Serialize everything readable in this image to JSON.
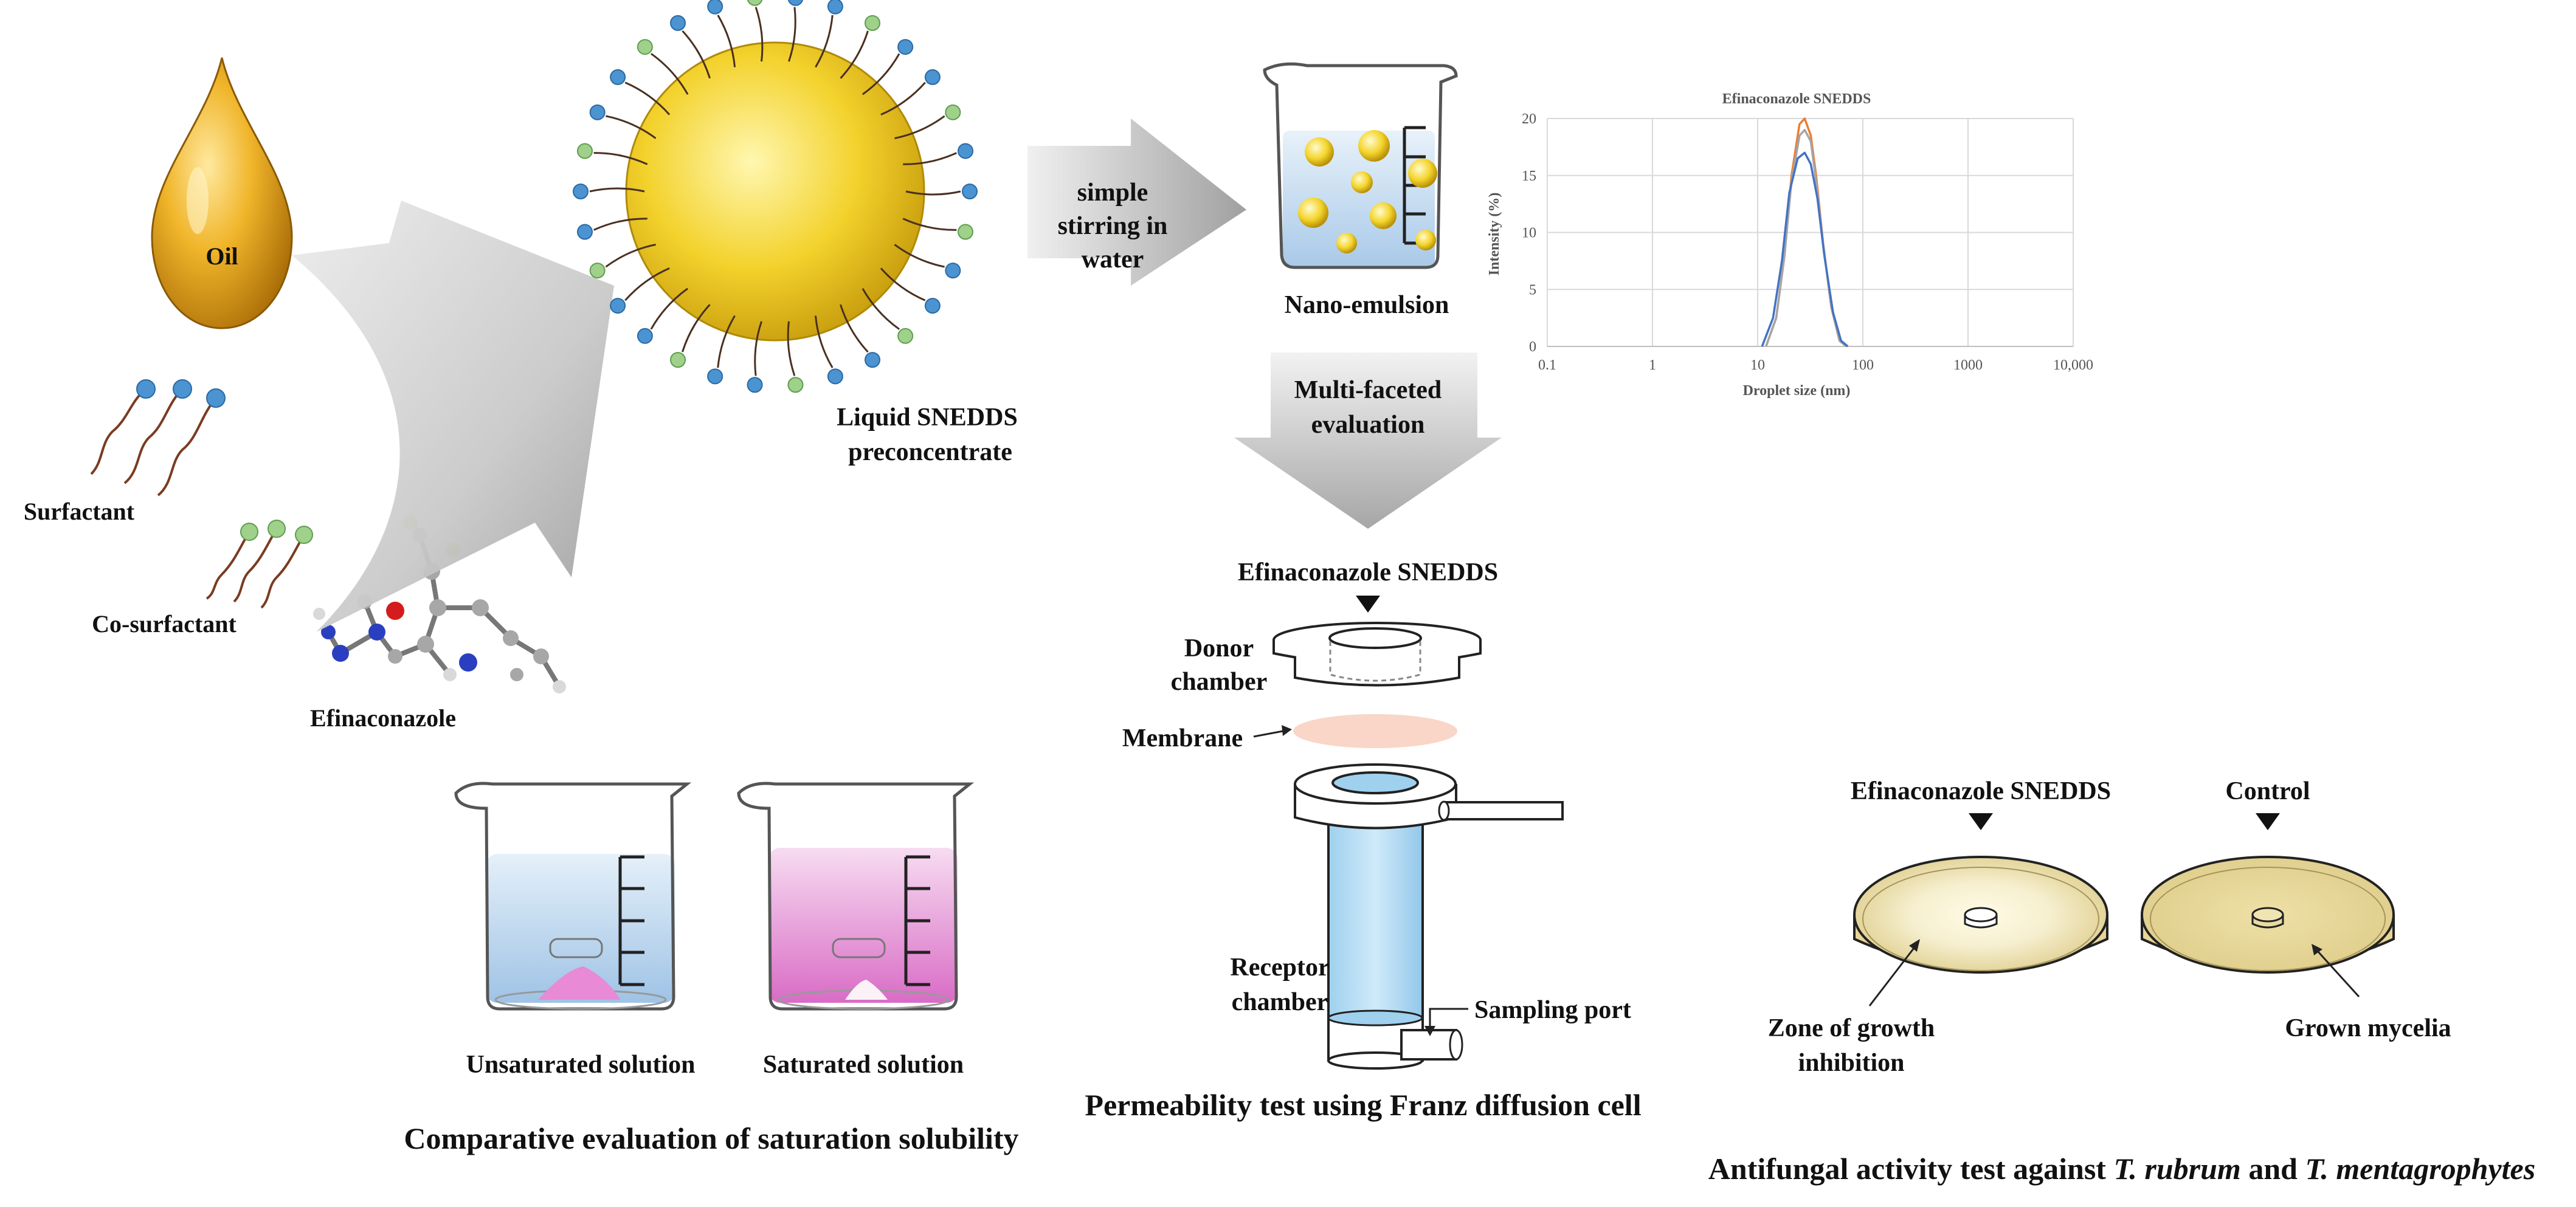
{
  "labels": {
    "oil": "Oil",
    "surfactant": "Surfactant",
    "cosurfactant": "Co-surfactant",
    "efinaconazole": "Efinaconazole",
    "liquid_snedds_1": "Liquid SNEDDS",
    "liquid_snedds_2": "preconcentrate",
    "stirring_1": "simple",
    "stirring_2": "stirring in",
    "stirring_3": "water",
    "nano_emulsion": "Nano-emulsion",
    "multi_1": "Multi-faceted",
    "multi_2": "evaluation",
    "efin_snedds_franz": "Efinaconazole SNEDDS",
    "donor_1": "Donor",
    "donor_2": "chamber",
    "membrane": "Membrane",
    "receptor_1": "Receptor",
    "receptor_2": "chamber",
    "sampling_port": "Sampling port",
    "unsaturated": "Unsaturated solution",
    "saturated": "Saturated solution",
    "solubility_title": "Comparative evaluation of saturation solubility",
    "permeability_title": "Permeability test using Franz diffusion cell",
    "antifungal_snedds": "Efinaconazole SNEDDS",
    "antifungal_control": "Control",
    "zone_1": "Zone of growth",
    "zone_2": "inhibition",
    "grown_mycelia": "Grown mycelia",
    "antifungal_title_pre": "Antifungal activity test against ",
    "antifungal_title_sp1": "T. rubrum",
    "antifungal_title_mid": " and ",
    "antifungal_title_sp2": "T. mentagrophytes"
  },
  "chart_data": {
    "type": "line",
    "title": "Efinaconazole SNEDDS",
    "xlabel": "Droplet size (nm)",
    "ylabel": "Intensity (%)",
    "x_scale": "log",
    "xlim": [
      0.1,
      10000
    ],
    "ylim": [
      0,
      20
    ],
    "x_ticks": [
      "0.1",
      "1",
      "10",
      "100",
      "1000",
      "10,000"
    ],
    "y_ticks": [
      "0",
      "5",
      "10",
      "15",
      "20"
    ],
    "grid": true,
    "series": [
      {
        "color": "#ed7d31",
        "x": [
          12,
          15,
          18,
          21,
          25,
          28,
          32,
          36,
          42,
          50,
          60,
          70
        ],
        "y": [
          0,
          2.5,
          8,
          15,
          19.5,
          20,
          18.5,
          15,
          9,
          3.5,
          0.5,
          0
        ]
      },
      {
        "color": "#a5a5a5",
        "x": [
          12,
          15,
          18,
          21,
          25,
          28,
          32,
          36,
          42,
          50,
          60,
          70
        ],
        "y": [
          0,
          2.5,
          8,
          14.5,
          18.5,
          19,
          18,
          14.5,
          9,
          3.5,
          0.5,
          0
        ]
      },
      {
        "color": "#4472c4",
        "x": [
          11,
          14,
          17,
          20,
          24,
          28,
          32,
          37,
          43,
          52,
          62,
          72
        ],
        "y": [
          0,
          2.5,
          7.5,
          13.5,
          16.5,
          17,
          16,
          13,
          8,
          3,
          0.5,
          0
        ]
      }
    ]
  },
  "colors": {
    "oil": "#e6a21a",
    "surfactant_head": "#4b93d1",
    "cosurfactant_head": "#9fd18a",
    "droplet": "#f2cc1c",
    "blue_solution": "#bcd7ec",
    "pink_solution": "#e27fd0",
    "membrane": "#f9d6c8",
    "agar": "#eee2b0"
  }
}
